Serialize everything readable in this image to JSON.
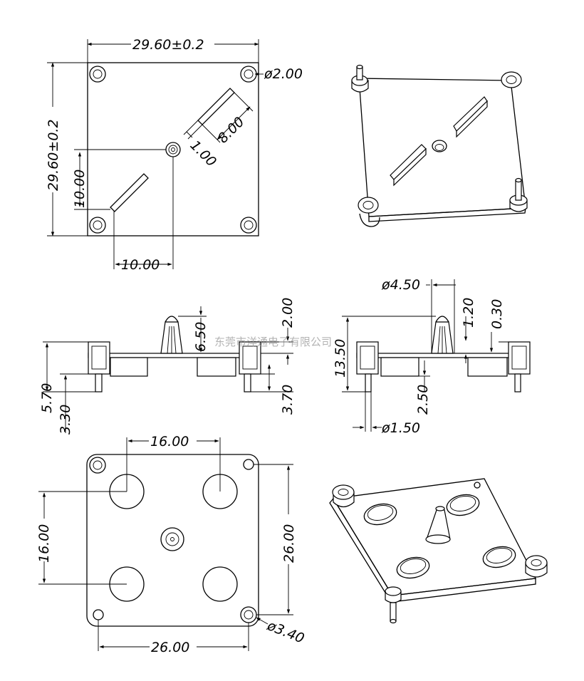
{
  "dimensions": {
    "top_view": {
      "width": "29.60±0.2",
      "height": "29.60±0.2",
      "hole_dia": "ø2.00",
      "slot_length": "8.00",
      "slot_width": "1.00",
      "offset_y": "10.00",
      "offset_x": "10.00"
    },
    "front_view": {
      "spire_height": "2.00",
      "spire_offset": "6.50",
      "total_height": "5.70",
      "pin_length": "3.30",
      "right_height": "3.70"
    },
    "side_view": {
      "spire_dia": "ø4.50",
      "top_step": "1.20",
      "tip": "0.30",
      "total_height": "13.50",
      "pin_length": "2.50",
      "pin_dia": "ø1.50"
    },
    "bottom_view": {
      "hole_pitch_x": "16.00",
      "hole_pitch_y": "16.00",
      "mount_pitch_y": "26.00",
      "mount_pitch_x": "26.00",
      "mount_dia": "ø3.40"
    }
  },
  "watermark": "东莞市洋通电子有限公司",
  "colors": {
    "line": "#000000",
    "background": "#ffffff",
    "watermark": "#9a9a9a"
  }
}
